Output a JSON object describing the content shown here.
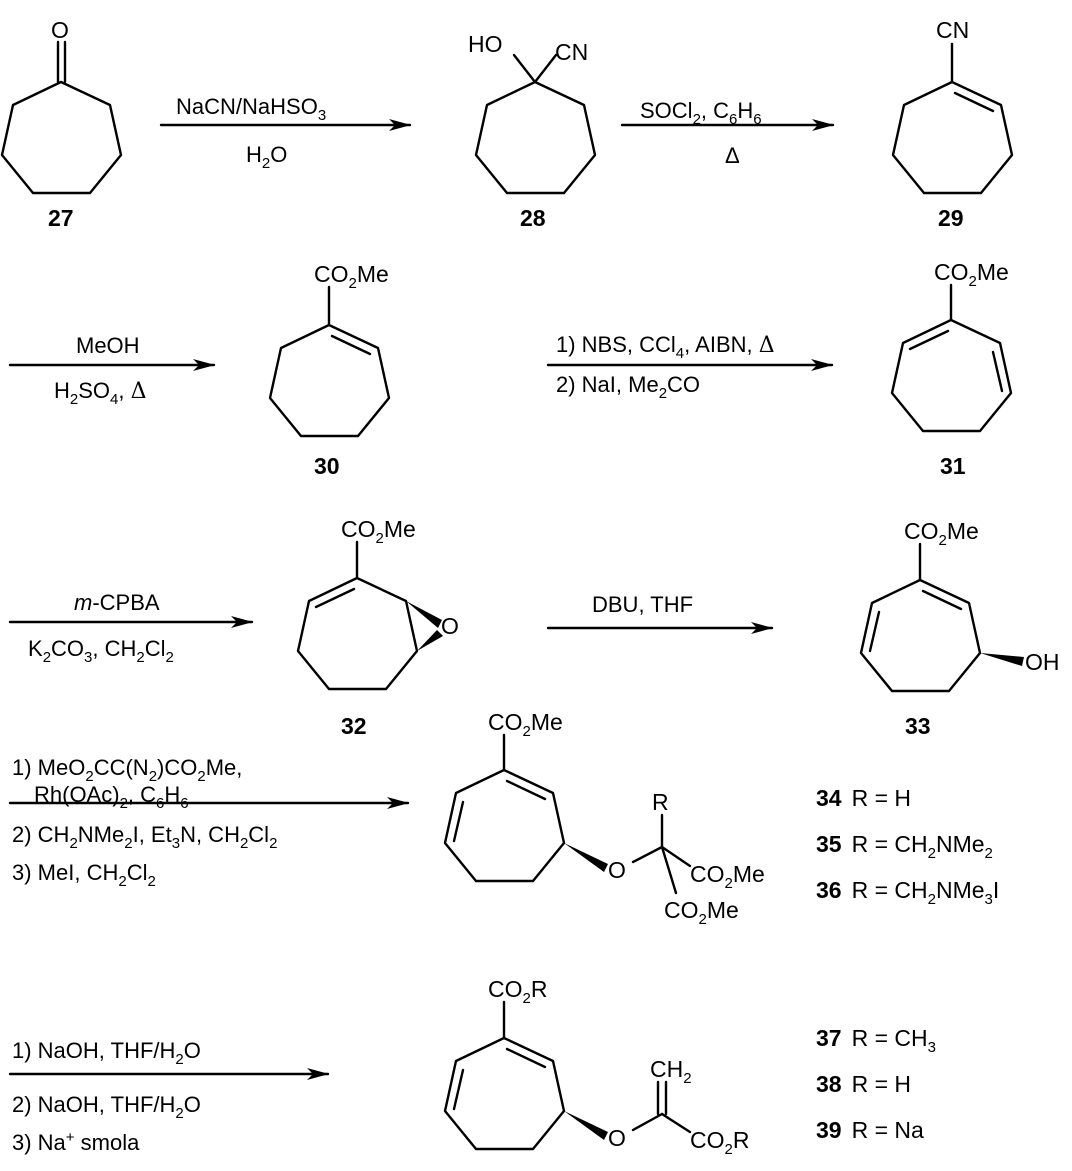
{
  "compounds": {
    "c27": {
      "number": "27",
      "atom_O": "O"
    },
    "c28": {
      "number": "28",
      "group_HO": "HO",
      "group_CN": "CN"
    },
    "c29": {
      "number": "29",
      "group_CN": "CN"
    },
    "c30": {
      "number": "30",
      "group": "CO2Me"
    },
    "c31": {
      "number": "31",
      "group": "CO2Me"
    },
    "c32": {
      "number": "32",
      "group": "CO2Me",
      "atom_O": "O"
    },
    "c33": {
      "number": "33",
      "group": "CO2Me",
      "group_OH": "OH"
    },
    "c34_36": {
      "group": "CO2Me",
      "atom_O": "O",
      "sub_R": "R",
      "ester1": "CO2Me",
      "ester2": "CO2Me"
    },
    "c37_39": {
      "group": "CO2R",
      "atom_O": "O",
      "sub_CH2": "CH2",
      "ester": "CO2R"
    }
  },
  "reagents": {
    "r1": {
      "top": "NaCN/NaHSO3",
      "bottom": "H2O"
    },
    "r2": {
      "top": "SOCl2, C6H6",
      "bottom": "Δ"
    },
    "r3": {
      "top": "MeOH",
      "bottom": "H2SO4, Δ"
    },
    "r4": {
      "top": "1) NBS, CCl4, AIBN, Δ",
      "bottom": "2) NaI, Me2CO"
    },
    "r5": {
      "top_italic": "m",
      "top_rest": "-CPBA",
      "bottom": "K2CO3, CH2Cl2"
    },
    "r6": {
      "top": "DBU, THF"
    },
    "r7": {
      "line1": "1) MeO2CC(N2)CO2Me,",
      "line2": "Rh(OAc)2, C6H6",
      "line3": "2) CH2NMe2I, Et3N, CH2Cl2",
      "line4": "3) MeI, CH2Cl2"
    },
    "r8": {
      "line1": "1) NaOH, THF/H2O",
      "line2": "2) NaOH, THF/H2O",
      "line3": "3) Na+ smola"
    }
  },
  "legend_34_36": [
    {
      "num": "34",
      "label": "R = H"
    },
    {
      "num": "35",
      "label": "R = CH2NMe2"
    },
    {
      "num": "36",
      "label": "R =  CH2NMe3I"
    }
  ],
  "legend_37_39": [
    {
      "num": "37",
      "label": "R = CH3"
    },
    {
      "num": "38",
      "label": "R = H"
    },
    {
      "num": "39",
      "label": "R = Na"
    }
  ]
}
